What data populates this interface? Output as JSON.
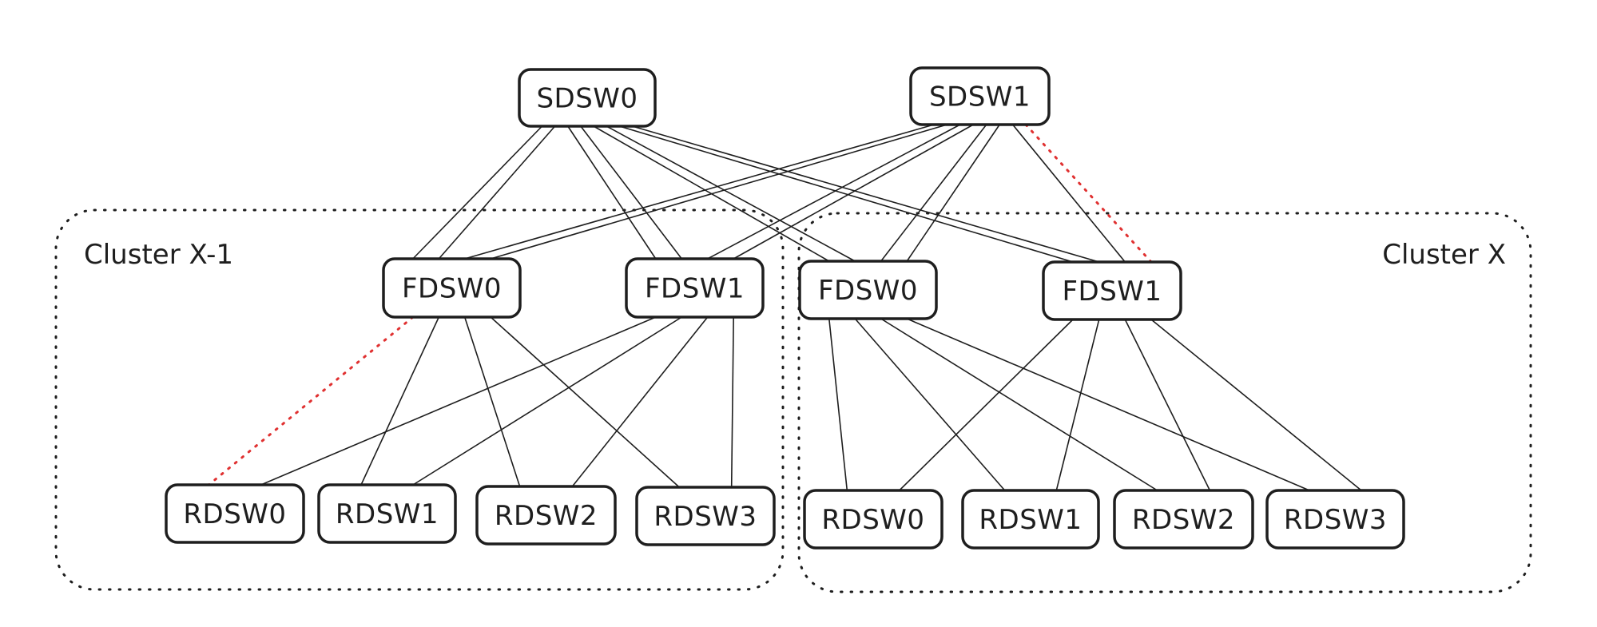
{
  "diagram": {
    "title": "",
    "clusters": [
      {
        "id": "cx1",
        "label": "Cluster X-1",
        "label_align": "left"
      },
      {
        "id": "cx",
        "label": "Cluster X",
        "label_align": "right"
      }
    ],
    "nodes": [
      {
        "id": "sdsw0",
        "label": "SDSW0",
        "tier": "spine",
        "cluster": null
      },
      {
        "id": "sdsw1",
        "label": "SDSW1",
        "tier": "spine",
        "cluster": null
      },
      {
        "id": "l_fdsw0",
        "label": "FDSW0",
        "tier": "fabric",
        "cluster": "cx1"
      },
      {
        "id": "l_fdsw1",
        "label": "FDSW1",
        "tier": "fabric",
        "cluster": "cx1"
      },
      {
        "id": "r_fdsw0",
        "label": "FDSW0",
        "tier": "fabric",
        "cluster": "cx"
      },
      {
        "id": "r_fdsw1",
        "label": "FDSW1",
        "tier": "fabric",
        "cluster": "cx"
      },
      {
        "id": "l_rdsw0",
        "label": "RDSW0",
        "tier": "rack",
        "cluster": "cx1"
      },
      {
        "id": "l_rdsw1",
        "label": "RDSW1",
        "tier": "rack",
        "cluster": "cx1"
      },
      {
        "id": "l_rdsw2",
        "label": "RDSW2",
        "tier": "rack",
        "cluster": "cx1"
      },
      {
        "id": "l_rdsw3",
        "label": "RDSW3",
        "tier": "rack",
        "cluster": "cx1"
      },
      {
        "id": "r_rdsw0",
        "label": "RDSW0",
        "tier": "rack",
        "cluster": "cx"
      },
      {
        "id": "r_rdsw1",
        "label": "RDSW1",
        "tier": "rack",
        "cluster": "cx"
      },
      {
        "id": "r_rdsw2",
        "label": "RDSW2",
        "tier": "rack",
        "cluster": "cx"
      },
      {
        "id": "r_rdsw3",
        "label": "RDSW3",
        "tier": "rack",
        "cluster": "cx"
      }
    ],
    "edges": [
      {
        "from": "sdsw0",
        "to": "l_fdsw0",
        "count": 2,
        "status": "up"
      },
      {
        "from": "sdsw0",
        "to": "l_fdsw1",
        "count": 2,
        "status": "up"
      },
      {
        "from": "sdsw0",
        "to": "r_fdsw0",
        "count": 2,
        "status": "up"
      },
      {
        "from": "sdsw0",
        "to": "r_fdsw1",
        "count": 2,
        "status": "up"
      },
      {
        "from": "sdsw1",
        "to": "l_fdsw0",
        "count": 2,
        "status": "up"
      },
      {
        "from": "sdsw1",
        "to": "l_fdsw1",
        "count": 2,
        "status": "up"
      },
      {
        "from": "sdsw1",
        "to": "r_fdsw0",
        "count": 2,
        "status": "up"
      },
      {
        "from": "sdsw1",
        "to": "r_fdsw1",
        "count": 1,
        "status": "up"
      },
      {
        "from": "sdsw1",
        "to": "r_fdsw1",
        "count": 1,
        "status": "down"
      },
      {
        "from": "l_fdsw0",
        "to": "l_rdsw0",
        "count": 1,
        "status": "down"
      },
      {
        "from": "l_fdsw0",
        "to": "l_rdsw1",
        "count": 1,
        "status": "up"
      },
      {
        "from": "l_fdsw0",
        "to": "l_rdsw2",
        "count": 1,
        "status": "up"
      },
      {
        "from": "l_fdsw0",
        "to": "l_rdsw3",
        "count": 1,
        "status": "up"
      },
      {
        "from": "l_fdsw1",
        "to": "l_rdsw0",
        "count": 1,
        "status": "up"
      },
      {
        "from": "l_fdsw1",
        "to": "l_rdsw1",
        "count": 1,
        "status": "up"
      },
      {
        "from": "l_fdsw1",
        "to": "l_rdsw2",
        "count": 1,
        "status": "up"
      },
      {
        "from": "l_fdsw1",
        "to": "l_rdsw3",
        "count": 1,
        "status": "up"
      },
      {
        "from": "r_fdsw0",
        "to": "r_rdsw0",
        "count": 1,
        "status": "up"
      },
      {
        "from": "r_fdsw0",
        "to": "r_rdsw1",
        "count": 1,
        "status": "up"
      },
      {
        "from": "r_fdsw0",
        "to": "r_rdsw2",
        "count": 1,
        "status": "up"
      },
      {
        "from": "r_fdsw0",
        "to": "r_rdsw3",
        "count": 1,
        "status": "up"
      },
      {
        "from": "r_fdsw1",
        "to": "r_rdsw0",
        "count": 1,
        "status": "up"
      },
      {
        "from": "r_fdsw1",
        "to": "r_rdsw1",
        "count": 1,
        "status": "up"
      },
      {
        "from": "r_fdsw1",
        "to": "r_rdsw2",
        "count": 1,
        "status": "up"
      },
      {
        "from": "r_fdsw1",
        "to": "r_rdsw3",
        "count": 1,
        "status": "up"
      }
    ],
    "colors": {
      "stroke": "#1e1e1e",
      "failed_link": "#e03131",
      "background": "#ffffff"
    }
  }
}
